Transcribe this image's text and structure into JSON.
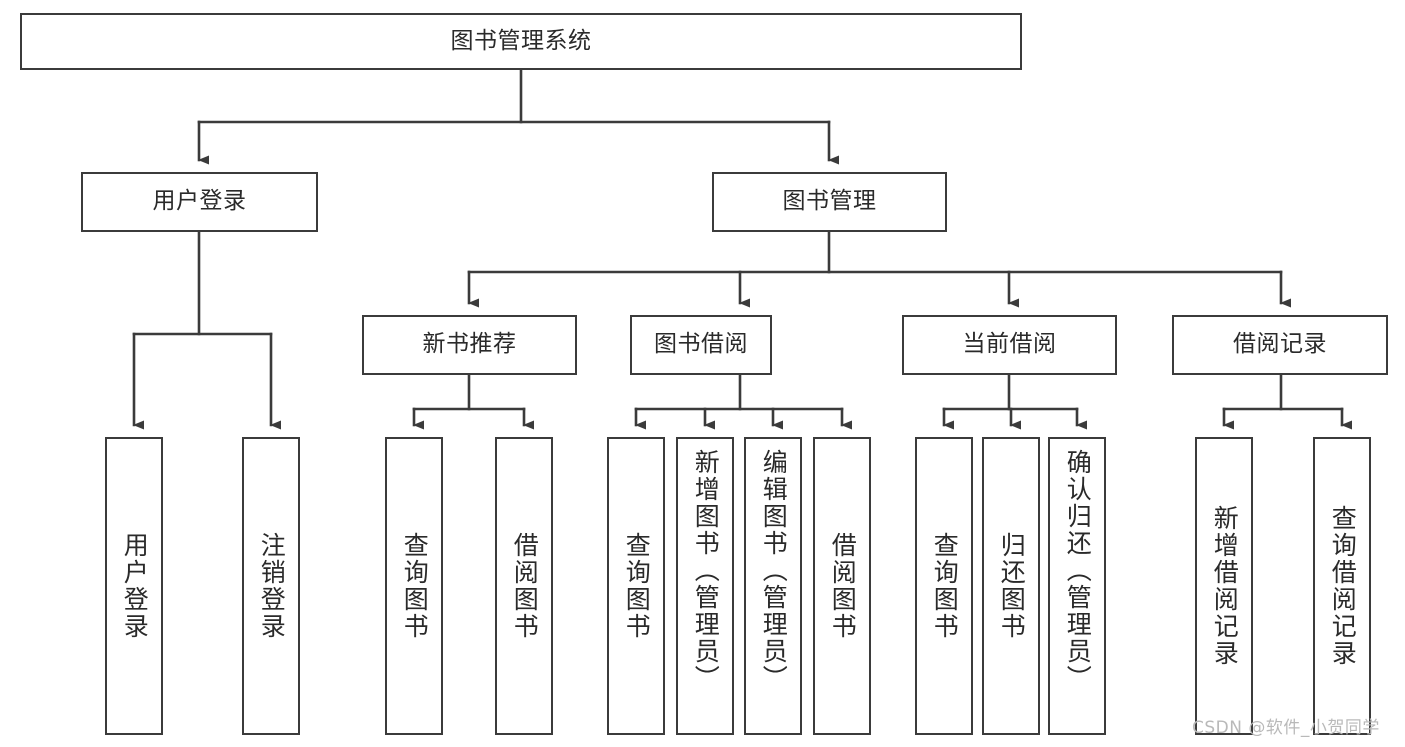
{
  "diagram": {
    "title": "图书管理系统",
    "type": "tree-hierarchy-diagram",
    "root": {
      "id": "root",
      "label": "图书管理系统"
    },
    "level2": [
      {
        "id": "user-login",
        "label": "用户登录"
      },
      {
        "id": "book-management",
        "label": "图书管理"
      }
    ],
    "level3": [
      {
        "id": "new-book-recommend",
        "label": "新书推荐",
        "parent": "book-management"
      },
      {
        "id": "book-borrow",
        "label": "图书借阅",
        "parent": "book-management"
      },
      {
        "id": "current-borrow",
        "label": "当前借阅",
        "parent": "book-management"
      },
      {
        "id": "borrow-record",
        "label": "借阅记录",
        "parent": "book-management"
      }
    ],
    "leaves": [
      {
        "id": "leaf-user-login",
        "label": "用户登录",
        "parent": "user-login"
      },
      {
        "id": "leaf-logout-login",
        "label": "注销登录",
        "parent": "user-login"
      },
      {
        "id": "leaf-query-book-1",
        "label": "查询图书",
        "parent": "new-book-recommend"
      },
      {
        "id": "leaf-borrow-book-1",
        "label": "借阅图书",
        "parent": "new-book-recommend"
      },
      {
        "id": "leaf-query-book-2",
        "label": "查询图书",
        "parent": "book-borrow"
      },
      {
        "id": "leaf-add-book",
        "label": "新增图书（管理员）",
        "parent": "book-borrow"
      },
      {
        "id": "leaf-edit-book",
        "label": "编辑图书（管理员）",
        "parent": "book-borrow"
      },
      {
        "id": "leaf-borrow-book-2",
        "label": "借阅图书",
        "parent": "book-borrow"
      },
      {
        "id": "leaf-query-book-3",
        "label": "查询图书",
        "parent": "current-borrow"
      },
      {
        "id": "leaf-return-book",
        "label": "归还图书",
        "parent": "current-borrow"
      },
      {
        "id": "leaf-confirm-return",
        "label": "确认归还（管理员）",
        "parent": "current-borrow"
      },
      {
        "id": "leaf-add-record",
        "label": "新增借阅记录",
        "parent": "borrow-record"
      },
      {
        "id": "leaf-query-record",
        "label": "查询借阅记录",
        "parent": "borrow-record"
      }
    ],
    "colors": {
      "stroke": "#3b3b3b",
      "text": "#2a2a2a",
      "background": "#ffffff",
      "watermark": "#b9b9b9"
    }
  },
  "watermark": {
    "text": "CSDN @软件_小贺同学"
  }
}
